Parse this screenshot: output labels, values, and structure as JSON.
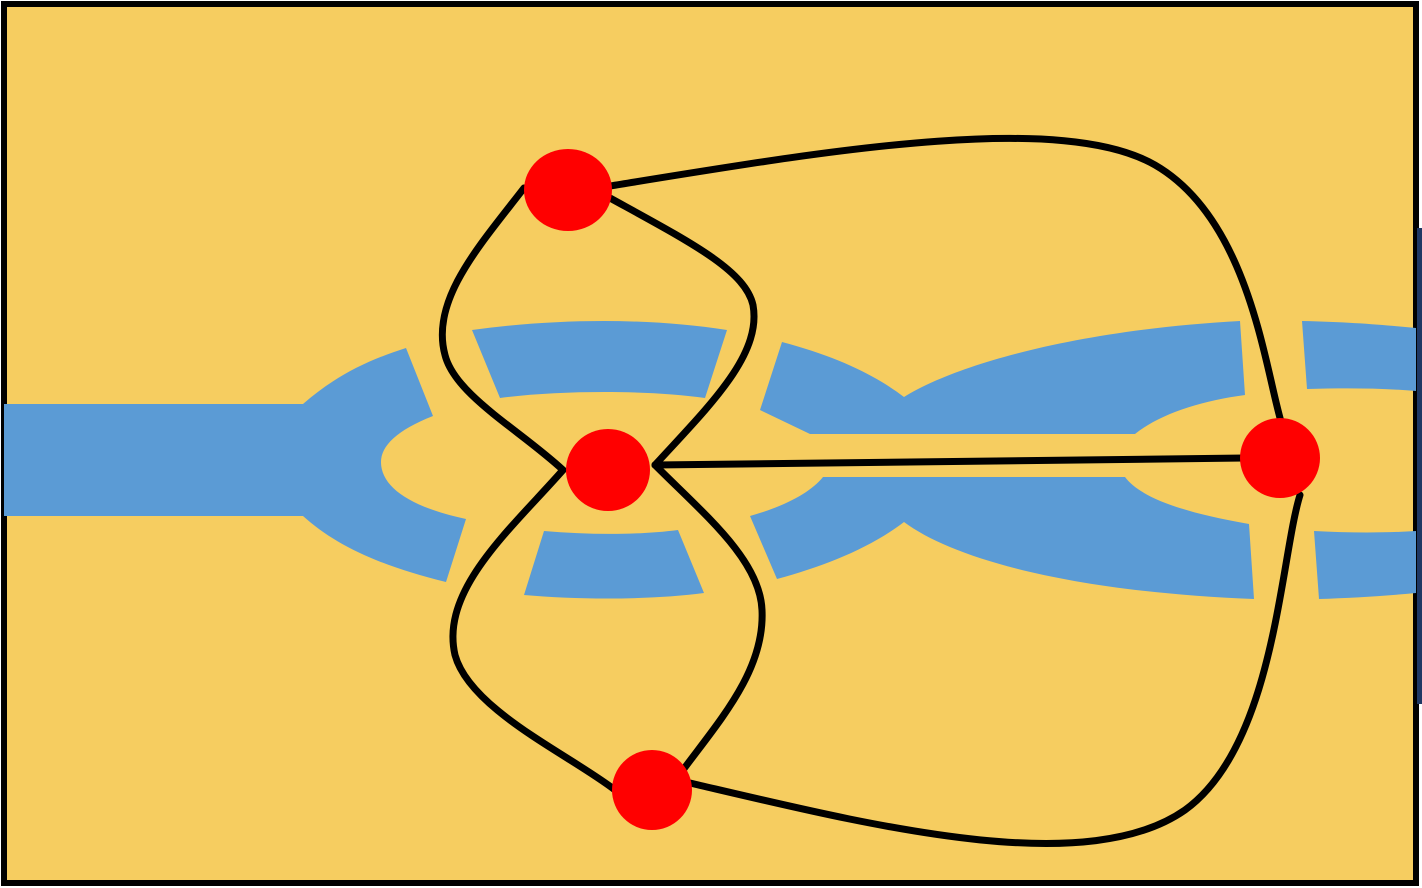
{
  "diagram": {
    "title": "",
    "colors": {
      "land": "#F6CD60",
      "river": "#5B9BD5",
      "frame": "#000000",
      "edge": "#000000",
      "node": "#FF0000",
      "right_accent": "#1F3864"
    },
    "nodes": [
      {
        "id": "north",
        "label": ""
      },
      {
        "id": "center",
        "label": ""
      },
      {
        "id": "south",
        "label": ""
      },
      {
        "id": "east",
        "label": ""
      }
    ],
    "edges": [
      {
        "from": "north",
        "to": "center",
        "route": "left"
      },
      {
        "from": "north",
        "to": "center",
        "route": "right"
      },
      {
        "from": "center",
        "to": "south",
        "route": "left"
      },
      {
        "from": "center",
        "to": "south",
        "route": "right"
      },
      {
        "from": "north",
        "to": "east",
        "route": "top"
      },
      {
        "from": "center",
        "to": "east",
        "route": "straight"
      },
      {
        "from": "south",
        "to": "east",
        "route": "bottom"
      }
    ],
    "bridge_count": 7
  }
}
